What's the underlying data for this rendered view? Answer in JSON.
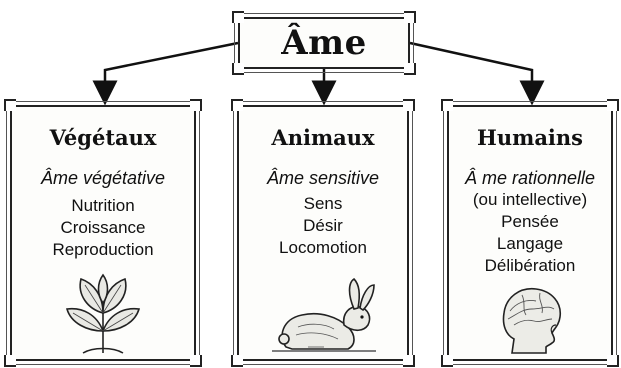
{
  "root": {
    "title": "Âme"
  },
  "columns": [
    {
      "title": "Végétaux",
      "subtitle": "Âme végétative",
      "items": [
        "Nutrition",
        "Croissance",
        "Reproduction"
      ],
      "illustration": "plant-icon"
    },
    {
      "title": "Animaux",
      "subtitle": "Âme sensitive",
      "items": [
        "Sens",
        "Désir",
        "Locomotion"
      ],
      "illustration": "rabbit-icon"
    },
    {
      "title": "Humains",
      "subtitle": "Â me rationnelle",
      "items": [
        "(ou intellective)",
        "Pensée",
        "Langage",
        "Délibération"
      ],
      "illustration": "human-head-icon"
    }
  ]
}
